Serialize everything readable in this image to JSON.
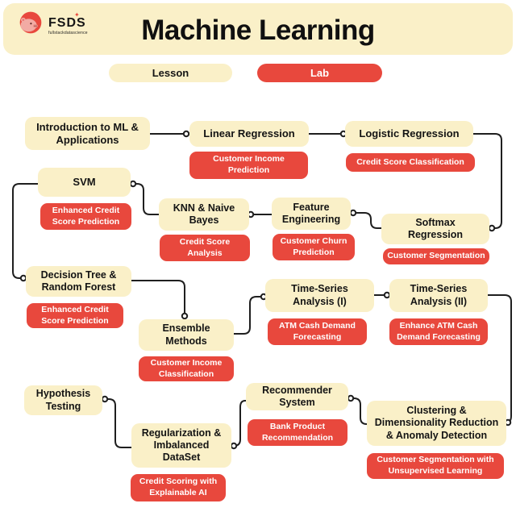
{
  "header": {
    "brand": {
      "name": "FSDS",
      "subtitle": "fullstackdatascience",
      "sparkle": "✦"
    },
    "title": "Machine Learning"
  },
  "legend": {
    "lesson": "Lesson",
    "lab": "Lab"
  },
  "colors": {
    "lesson_fill": "#FAF0C8",
    "lab_fill": "#E8483D",
    "banner_fill": "#FAF0C8",
    "line": "#1F1F1F",
    "background": "#FFFFFF"
  },
  "lessons": [
    {
      "id": "intro",
      "label": "Introduction to ML & Applications"
    },
    {
      "id": "linear",
      "label": "Linear Regression"
    },
    {
      "id": "logistic",
      "label": "Logistic Regression"
    },
    {
      "id": "svm",
      "label": "SVM"
    },
    {
      "id": "knn",
      "label": "KNN & Naive Bayes"
    },
    {
      "id": "feature",
      "label": "Feature Engineering"
    },
    {
      "id": "softmax",
      "label": "Softmax Regression"
    },
    {
      "id": "dtree",
      "label": "Decision Tree & Random Forest"
    },
    {
      "id": "ts1",
      "label": "Time-Series Analysis (I)"
    },
    {
      "id": "ts2",
      "label": "Time-Series Analysis (II)"
    },
    {
      "id": "ensemble",
      "label": "Ensemble Methods"
    },
    {
      "id": "hypothesis",
      "label": "Hypothesis Testing"
    },
    {
      "id": "regularization",
      "label": "Regularization & Imbalanced DataSet"
    },
    {
      "id": "recommender",
      "label": "Recommender System"
    },
    {
      "id": "clustering",
      "label": "Clustering & Dimensionality Reduction & Anomaly Detection"
    }
  ],
  "labs": [
    {
      "for": "linear",
      "label": "Customer Income Prediction"
    },
    {
      "for": "logistic",
      "label": "Credit Score Classification"
    },
    {
      "for": "svm",
      "label": "Enhanced Credit Score Prediction"
    },
    {
      "for": "knn",
      "label": "Credit Score Analysis"
    },
    {
      "for": "feature",
      "label": "Customer Churn Prediction"
    },
    {
      "for": "softmax",
      "label": "Customer Segmentation"
    },
    {
      "for": "dtree",
      "label": "Enhanced Credit Score Prediction"
    },
    {
      "for": "ts1",
      "label": "ATM Cash Demand Forecasting"
    },
    {
      "for": "ts2",
      "label": "Enhance ATM Cash Demand Forecasting"
    },
    {
      "for": "ensemble",
      "label": "Customer Income Classification"
    },
    {
      "for": "regularization",
      "label": "Credit Scoring with Explainable AI"
    },
    {
      "for": "recommender",
      "label": "Bank Product Recommendation"
    },
    {
      "for": "clustering",
      "label": "Customer Segmentation with Unsupervised Learning"
    }
  ]
}
